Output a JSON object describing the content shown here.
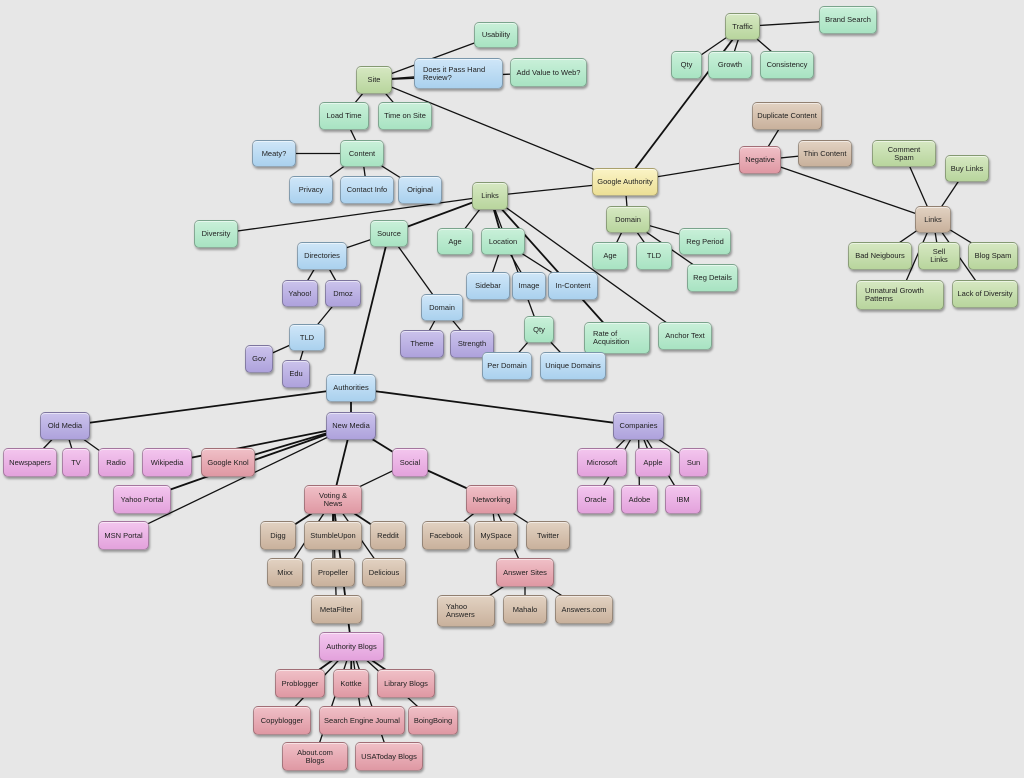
{
  "diagram": {
    "nodes": {
      "usability": "Usability",
      "site": "Site",
      "hand_review": "Does it Pass Hand Review?",
      "add_value": "Add Value to Web?",
      "load_time": "Load Time",
      "time_on_site": "Time on Site",
      "meaty": "Meaty?",
      "content": "Content",
      "privacy": "Privacy",
      "contact_info": "Contact Info",
      "original": "Original",
      "diversity": "Diversity",
      "traffic": "Traffic",
      "brand_search": "Brand Search",
      "traffic_qty": "Qty",
      "growth": "Growth",
      "consistency": "Consistency",
      "duplicate_content": "Duplicate Content",
      "negative": "Negative",
      "thin_content": "Thin Content",
      "comment_spam": "Comment Spam",
      "buy_links": "Buy Links",
      "neg_links": "Links",
      "bad_neighbours": "Bad Neigbours",
      "sell_links": "Sell Links",
      "blog_spam": "Blog Spam",
      "unnatural_growth": "Unnatural Growth Patterns",
      "lack_diversity": "Lack of Diversity",
      "google_authority": "Google Authority",
      "links": "Links",
      "domain": "Domain",
      "domain_age": "Age",
      "tld_green": "TLD",
      "reg_period": "Reg Period",
      "reg_details": "Reg Details",
      "source": "Source",
      "link_age": "Age",
      "location": "Location",
      "directories": "Directories",
      "sidebar": "Sidebar",
      "image": "Image",
      "in_content": "In-Content",
      "yahoo_dir": "Yahoo!",
      "dmoz": "Dmoz",
      "source_domain": "Domain",
      "tld_blue": "TLD",
      "theme": "Theme",
      "strength": "Strength",
      "links_qty": "Qty",
      "rate_acquisition": "Rate of Acquisition",
      "anchor_text": "Anchor Text",
      "gov": "Gov",
      "edu": "Edu",
      "per_domain": "Per Domain",
      "unique_domains": "Unique Domains",
      "authorities": "Authorities",
      "old_media": "Old Media",
      "new_media": "New Media",
      "companies": "Companies",
      "newspapers": "Newspapers",
      "tv": "TV",
      "radio": "Radio",
      "wikipedia": "Wikipedia",
      "google_knol": "Google Knol",
      "social": "Social",
      "microsoft": "Microsoft",
      "apple": "Apple",
      "sun": "Sun",
      "yahoo_portal": "Yahoo Portal",
      "voting_news": "Voting & News",
      "networking": "Networking",
      "oracle": "Oracle",
      "adobe": "Adobe",
      "ibm": "IBM",
      "msn_portal": "MSN Portal",
      "digg": "Digg",
      "stumbleupon": "StumbleUpon",
      "reddit": "Reddit",
      "facebook": "Facebook",
      "myspace": "MySpace",
      "twitter": "Twitter",
      "mixx": "Mixx",
      "propeller": "Propeller",
      "delicious": "Delicious",
      "answer_sites": "Answer Sites",
      "metafilter": "MetaFilter",
      "yahoo_answers": "Yahoo Answers",
      "mahalo": "Mahalo",
      "answers_com": "Answers.com",
      "authority_blogs": "Authority Blogs",
      "problogger": "Problogger",
      "kottke": "Kottke",
      "library_blogs": "Library Blogs",
      "copyblogger": "Copyblogger",
      "search_engine_journal": "Search Engine Journal",
      "boingboing": "BoingBoing",
      "about_blogs": "About.com Blogs",
      "usatoday_blogs": "USAToday Blogs"
    },
    "colors": {
      "background": "#e7e7e7",
      "mint": "#b8e9cd",
      "blue": "#bcdcf3",
      "lavender": "#bcb2e4",
      "sage": "#c7dfae",
      "tan": "#d5c1af",
      "rose": "#e7acb5",
      "pink": "#ebb4e5",
      "yellow": "#f3eaad",
      "connector": "#111111"
    }
  }
}
